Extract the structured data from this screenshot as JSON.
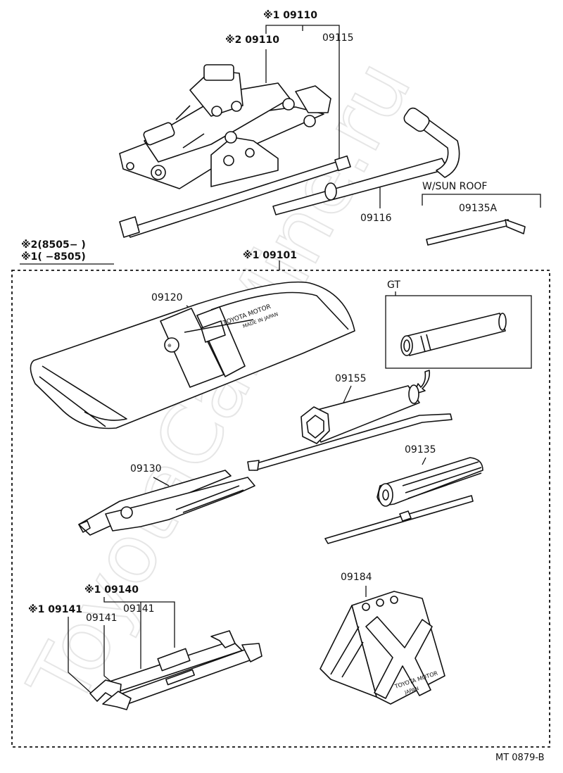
{
  "watermark": "ToyotaCarMine.ru",
  "figure_id": "MT 0879-B",
  "jack": {
    "label_1": "※1 09110",
    "label_2": "※2 09110",
    "handle": "09115"
  },
  "wrench": "09116",
  "sun_roof": {
    "title": "W/SUN ROOF",
    "part": "09135A"
  },
  "date_range": {
    "line1": "※2(8505−    )",
    "line2": "※1(    −8505)"
  },
  "tool_set": "※1 09101",
  "tool_bag": {
    "label": "09120",
    "text_line1": "TOYOTA MOTOR",
    "text_line2": "MADE IN JAPAN"
  },
  "gt_box": "GT",
  "plug_wrench": "09155",
  "pliers": "09130",
  "screwdriver": "09135",
  "open_end_wrenches": {
    "set": "※1 09140",
    "left": "※1 09141",
    "middle": "09141",
    "right": "09141"
  },
  "wheel_chock": {
    "label": "09184",
    "text_line1": "TOYOTA MOTOR",
    "text_line2": "JAPAN"
  }
}
